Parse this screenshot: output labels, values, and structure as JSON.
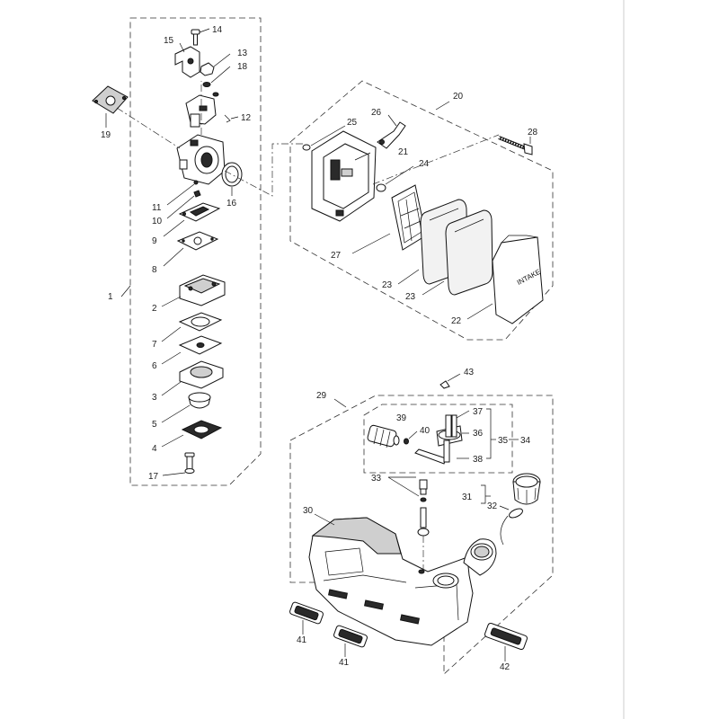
{
  "cover_label": "INTAKE",
  "part_numbers": {
    "p1": "1",
    "p2": "2",
    "p3": "3",
    "p4": "4",
    "p5": "5",
    "p6": "6",
    "p7": "7",
    "p8": "8",
    "p9": "9",
    "p10": "10",
    "p11": "11",
    "p12": "12",
    "p13": "13",
    "p14": "14",
    "p15": "15",
    "p16": "16",
    "p17": "17",
    "p18": "18",
    "p19": "19",
    "p20": "20",
    "p21": "21",
    "p22": "22",
    "p23a": "23",
    "p23b": "23",
    "p24": "24",
    "p25": "25",
    "p26": "26",
    "p27": "27",
    "p28": "28",
    "p29": "29",
    "p30": "30",
    "p31": "31",
    "p32": "32",
    "p33": "33",
    "p34": "34",
    "p35": "35",
    "p36": "36",
    "p37": "37",
    "p38": "38",
    "p39": "39",
    "p40": "40",
    "p41a": "41",
    "p41b": "41",
    "p42": "42",
    "p43": "43"
  }
}
